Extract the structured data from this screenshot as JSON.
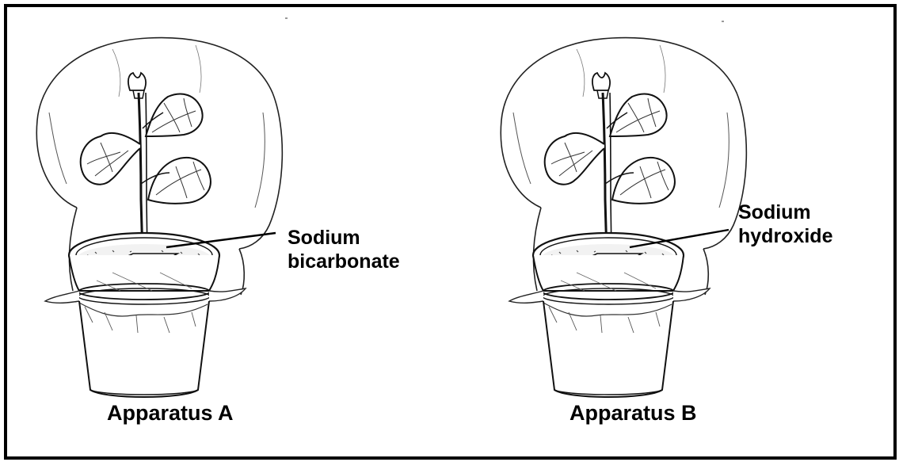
{
  "apparatus_a": {
    "chemical_line1": "Sodium",
    "chemical_line2": "bicarbonate",
    "caption": "Apparatus A"
  },
  "apparatus_b": {
    "chemical_line1": "Sodium",
    "chemical_line2": "hydroxide",
    "caption": "Apparatus B"
  },
  "colors": {
    "border": "#000000",
    "ink": "#111111",
    "background": "#ffffff"
  },
  "icons": [
    "potted-plant-under-bag-drawing"
  ]
}
